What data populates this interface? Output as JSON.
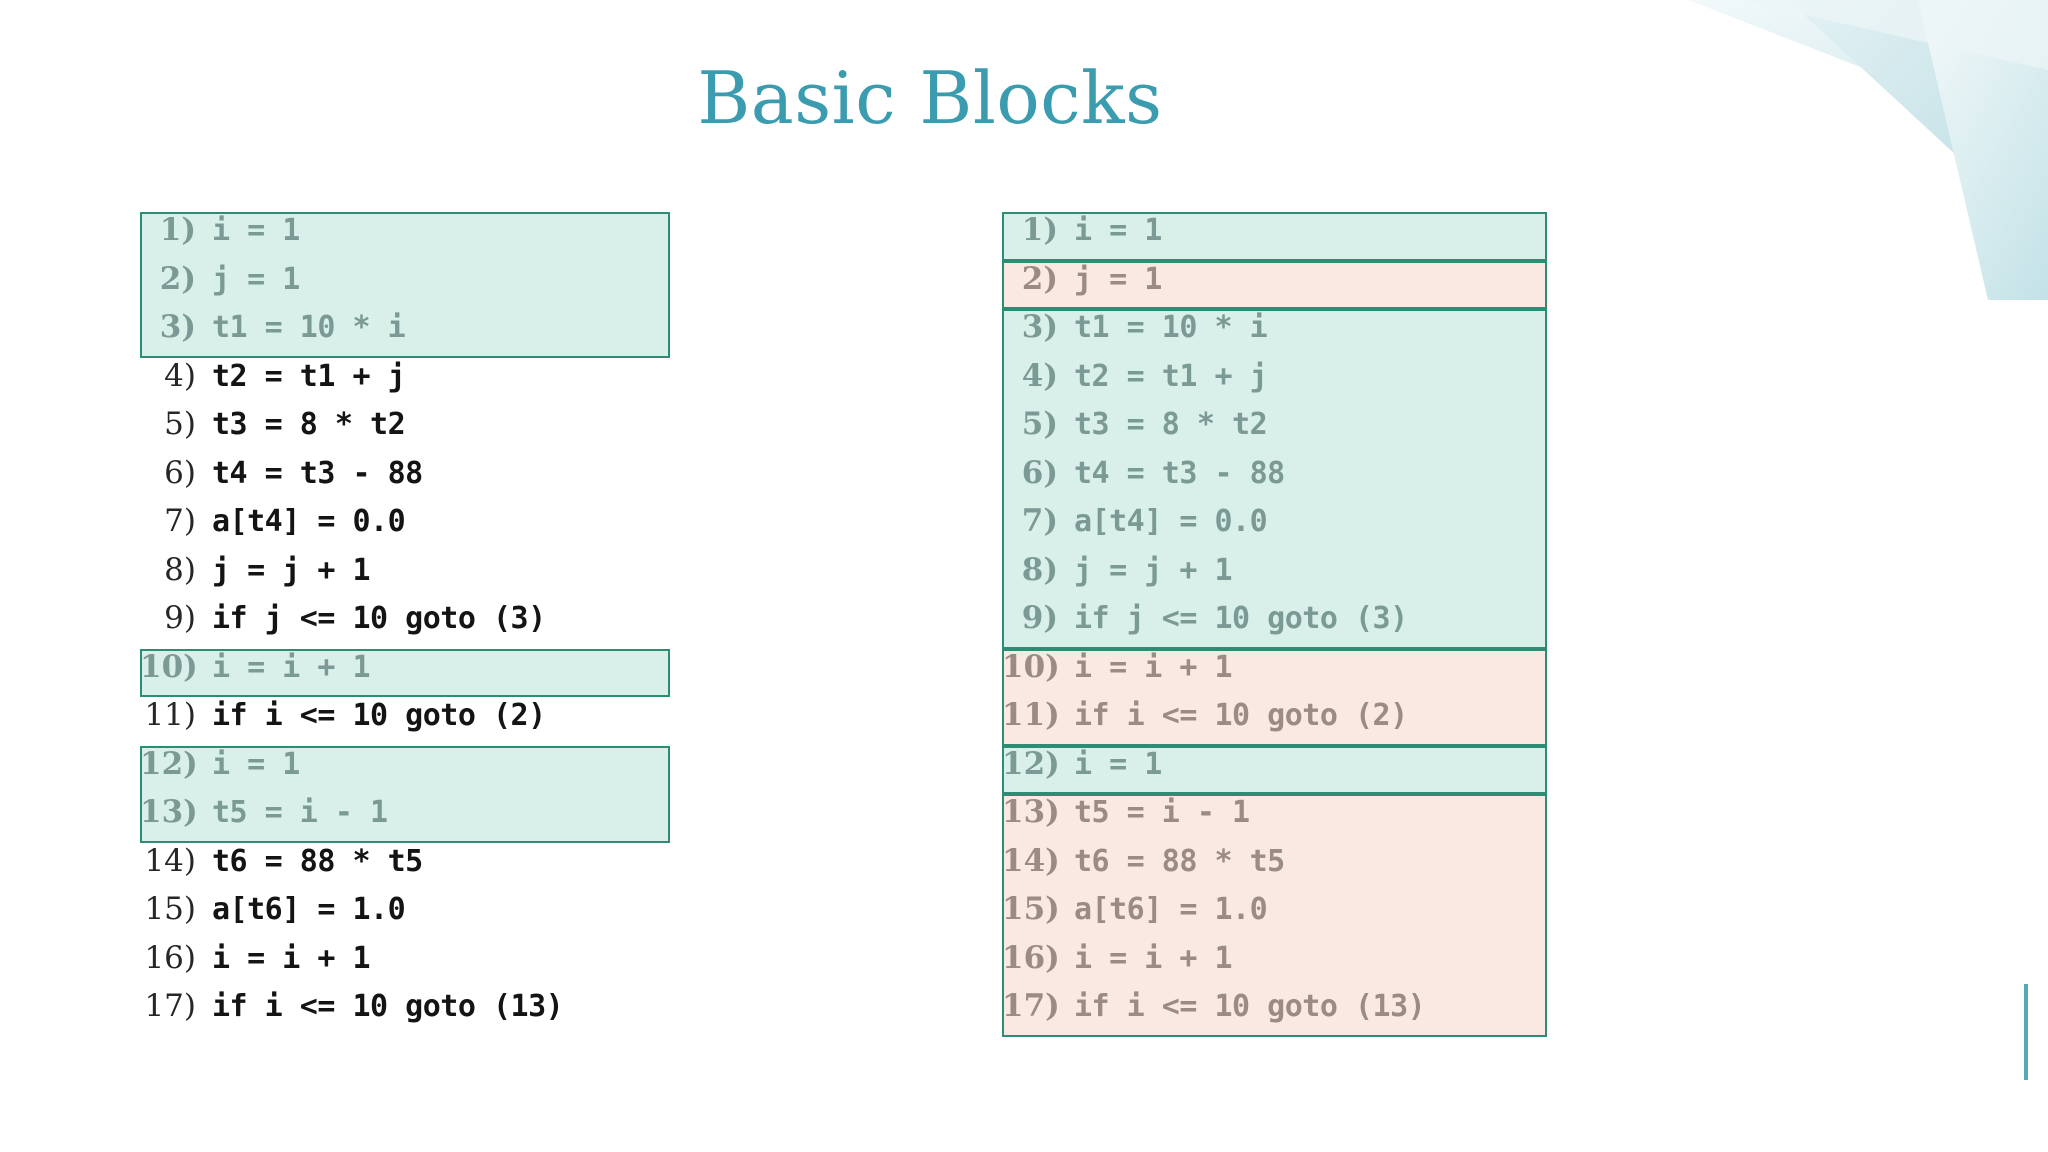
{
  "slide": {
    "title": "Basic Blocks",
    "title_color": "#3b9cb0",
    "background": "#ffffff"
  },
  "decor": {
    "corner_shape_name": "top-right-triangles",
    "corner_color_light": "#eaf4f6",
    "corner_color_mid": "#cfe6ea",
    "corner_color_deep": "#b9dde3",
    "accent_bar_color": "#55a9b5"
  },
  "palette": {
    "highlight_teal": "#d9efe9",
    "highlight_pink": "#fae9e3",
    "rule_green": "#2e8b74",
    "text_dark": "#141414",
    "text_muted_teal": "#7c9a95",
    "text_muted_pink": "#9c8a85"
  },
  "left_block": {
    "name": "three-address-code-listing-unsplit",
    "lines": [
      {
        "no": "1)",
        "code": "i = 1",
        "hl": "teal"
      },
      {
        "no": "2)",
        "code": "j = 1",
        "hl": "teal"
      },
      {
        "no": "3)",
        "code": "t1 = 10 * i",
        "hl": "teal"
      },
      {
        "no": "4)",
        "code": "t2 = t1 + j",
        "hl": "none"
      },
      {
        "no": "5)",
        "code": "t3 = 8 * t2",
        "hl": "none"
      },
      {
        "no": "6)",
        "code": "t4 = t3 - 88",
        "hl": "none"
      },
      {
        "no": "7)",
        "code": "a[t4] = 0.0",
        "hl": "none"
      },
      {
        "no": "8)",
        "code": "j = j + 1",
        "hl": "none"
      },
      {
        "no": "9)",
        "code": "if j <= 10 goto (3)",
        "hl": "none"
      },
      {
        "no": "10)",
        "code": "i = i + 1",
        "hl": "teal"
      },
      {
        "no": "11)",
        "code": "if i <= 10 goto (2)",
        "hl": "none"
      },
      {
        "no": "12)",
        "code": "i = 1",
        "hl": "teal"
      },
      {
        "no": "13)",
        "code": "t5 = i - 1",
        "hl": "teal"
      },
      {
        "no": "14)",
        "code": "t6 = 88 * t5",
        "hl": "none"
      },
      {
        "no": "15)",
        "code": "a[t6] = 1.0",
        "hl": "none"
      },
      {
        "no": "16)",
        "code": "i = i + 1",
        "hl": "none"
      },
      {
        "no": "17)",
        "code": "if i <= 10 goto (13)",
        "hl": "none"
      }
    ]
  },
  "right_block": {
    "name": "three-address-code-listing-blocked",
    "lines": [
      {
        "no": "1)",
        "code": "i = 1",
        "hl": "teal"
      },
      {
        "no": "2)",
        "code": "j = 1",
        "hl": "pink"
      },
      {
        "no": "3)",
        "code": "t1 = 10 * i",
        "hl": "teal"
      },
      {
        "no": "4)",
        "code": "t2 = t1 + j",
        "hl": "teal"
      },
      {
        "no": "5)",
        "code": "t3 = 8 * t2",
        "hl": "teal"
      },
      {
        "no": "6)",
        "code": "t4 = t3 - 88",
        "hl": "teal"
      },
      {
        "no": "7)",
        "code": "a[t4] = 0.0",
        "hl": "teal"
      },
      {
        "no": "8)",
        "code": "j = j + 1",
        "hl": "teal"
      },
      {
        "no": "9)",
        "code": "if j <= 10 goto (3)",
        "hl": "teal"
      },
      {
        "no": "10)",
        "code": "i = i + 1",
        "hl": "pink"
      },
      {
        "no": "11)",
        "code": "if i <= 10 goto (2)",
        "hl": "pink"
      },
      {
        "no": "12)",
        "code": "i = 1",
        "hl": "teal"
      },
      {
        "no": "13)",
        "code": "t5 = i - 1",
        "hl": "pink"
      },
      {
        "no": "14)",
        "code": "t6 = 88 * t5",
        "hl": "pink"
      },
      {
        "no": "15)",
        "code": "a[t6] = 1.0",
        "hl": "pink"
      },
      {
        "no": "16)",
        "code": "i = i + 1",
        "hl": "pink"
      },
      {
        "no": "17)",
        "code": "if i <= 10 goto (13)",
        "hl": "pink"
      }
    ]
  }
}
